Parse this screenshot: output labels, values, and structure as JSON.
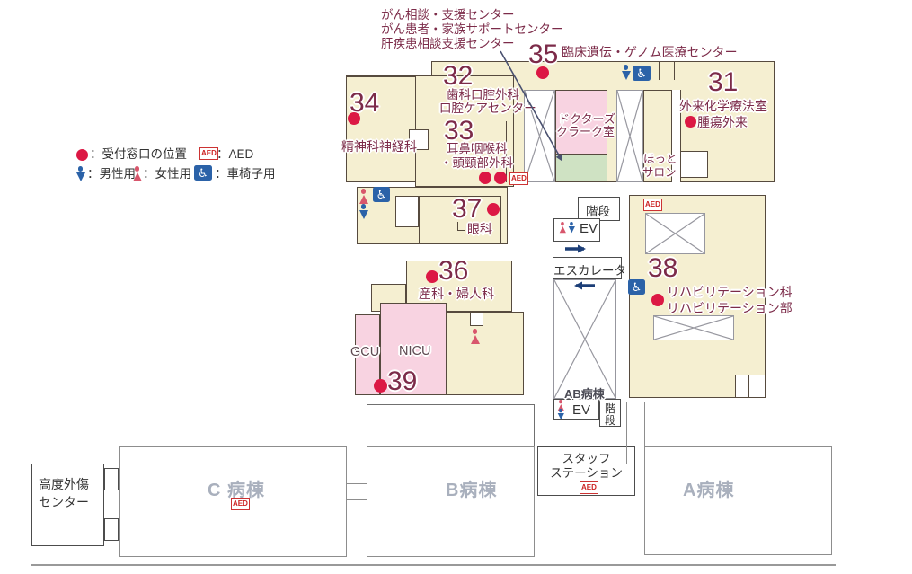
{
  "legend": {
    "reception": "：受付窓口の位置",
    "aed": "：AED",
    "male": "：男性用",
    "female": "：女性用",
    "wheelchair": "：車椅子用"
  },
  "annotations": {
    "a1": "がん相談・支援センター",
    "a2": "がん患者・家族サポートセンター",
    "a3": "肝疾患相談支援センター"
  },
  "rooms": {
    "r31": {
      "num": "31",
      "name": "外来化学療法室",
      "sub": "腫瘍外来"
    },
    "r32": {
      "num": "32",
      "l1": "歯科口腔外科",
      "l2": "口腔ケアセンター"
    },
    "r33": {
      "num": "33",
      "l1": "耳鼻咽喉科",
      "l2": "・頭頸部外科"
    },
    "r34": {
      "num": "34",
      "name": "精神科神経科"
    },
    "r35": {
      "num": "35",
      "name": "臨床遺伝・ゲノム医療センター"
    },
    "r36": {
      "num": "36",
      "name": "産科・婦人科"
    },
    "r37": {
      "num": "37",
      "name": "眼科"
    },
    "r38": {
      "num": "38",
      "l1": "リハビリテーション科",
      "l2": "リハビリテーション部"
    },
    "r39": {
      "num": "39"
    },
    "gcu": "GCU",
    "nicu": "NICU",
    "clerk": {
      "l1": "ドクターズ",
      "l2": "クラーク室"
    },
    "salon": {
      "l1": "ほっと",
      "l2": "サロン"
    }
  },
  "circulation": {
    "stairs": "階段",
    "ev": "EV",
    "escalator": "エスカレータ",
    "stairs_v1": "階",
    "stairs_v2": "段",
    "ab_ward": "AB病棟"
  },
  "wards": {
    "a": "A病棟",
    "b": "B病棟",
    "c": "C 病棟",
    "staff1": "スタッフ",
    "staff2": "ステーション",
    "trauma1": "高度外傷",
    "trauma2": "センター"
  },
  "misc": {
    "aed": "AED",
    "wheelchair_glyph": "♿"
  },
  "colors": {
    "beige": "#f5efd1",
    "pink": "#f8d3e1",
    "green": "#cfe2c3",
    "maroon": "#7c2b49",
    "red_dot": "#dc1844",
    "blue": "#2b62a8",
    "navy": "#1c3e77",
    "ward_gray": "#a9b0bd",
    "border_dark": "#564a3e"
  }
}
